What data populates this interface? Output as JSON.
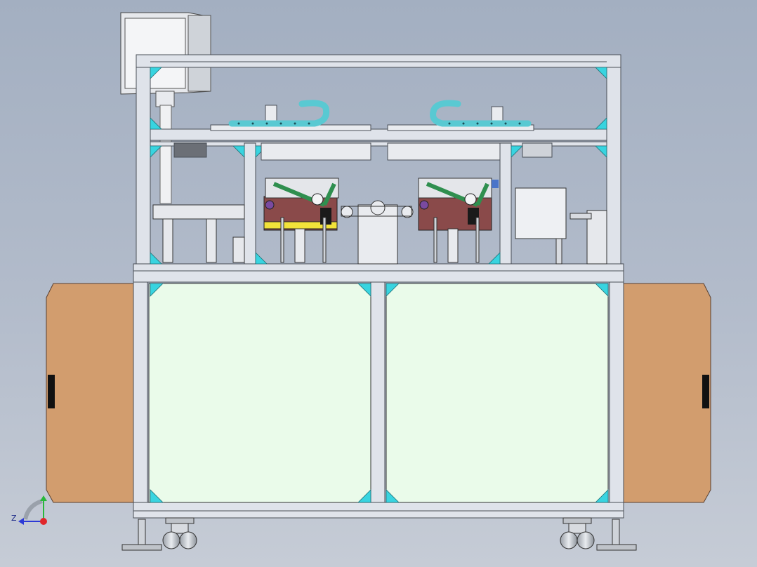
{
  "viewport": {
    "background_top": "#a3afc1",
    "background_bottom": "#c6ccd6"
  },
  "model": {
    "colors": {
      "frame": "#dfe3ea",
      "frame_edge": "#4a4f57",
      "panel_fill": "#eafbea",
      "side_box": "#d29d6e",
      "gusset": "#38d4e0",
      "cable_chain": "#59c9d2",
      "mechanism_red": "#8a4a4a",
      "mechanism_yellow": "#f2e23a",
      "mechanism_green": "#2f8f4f",
      "caster": "#c8ccd3"
    },
    "parts": [
      "monitor",
      "monitor-arm",
      "left-cable-chain",
      "right-cable-chain",
      "left-station",
      "right-station",
      "center-roller-unit",
      "control-box",
      "left-door-panel",
      "right-door-panel",
      "left-side-box",
      "right-side-box",
      "left-caster",
      "right-caster",
      "left-leveling-foot",
      "right-leveling-foot"
    ]
  },
  "triad": {
    "z_label": "Z",
    "x_color": "#e0262a",
    "y_color": "#27b83b",
    "z_color": "#2c3ad6"
  }
}
